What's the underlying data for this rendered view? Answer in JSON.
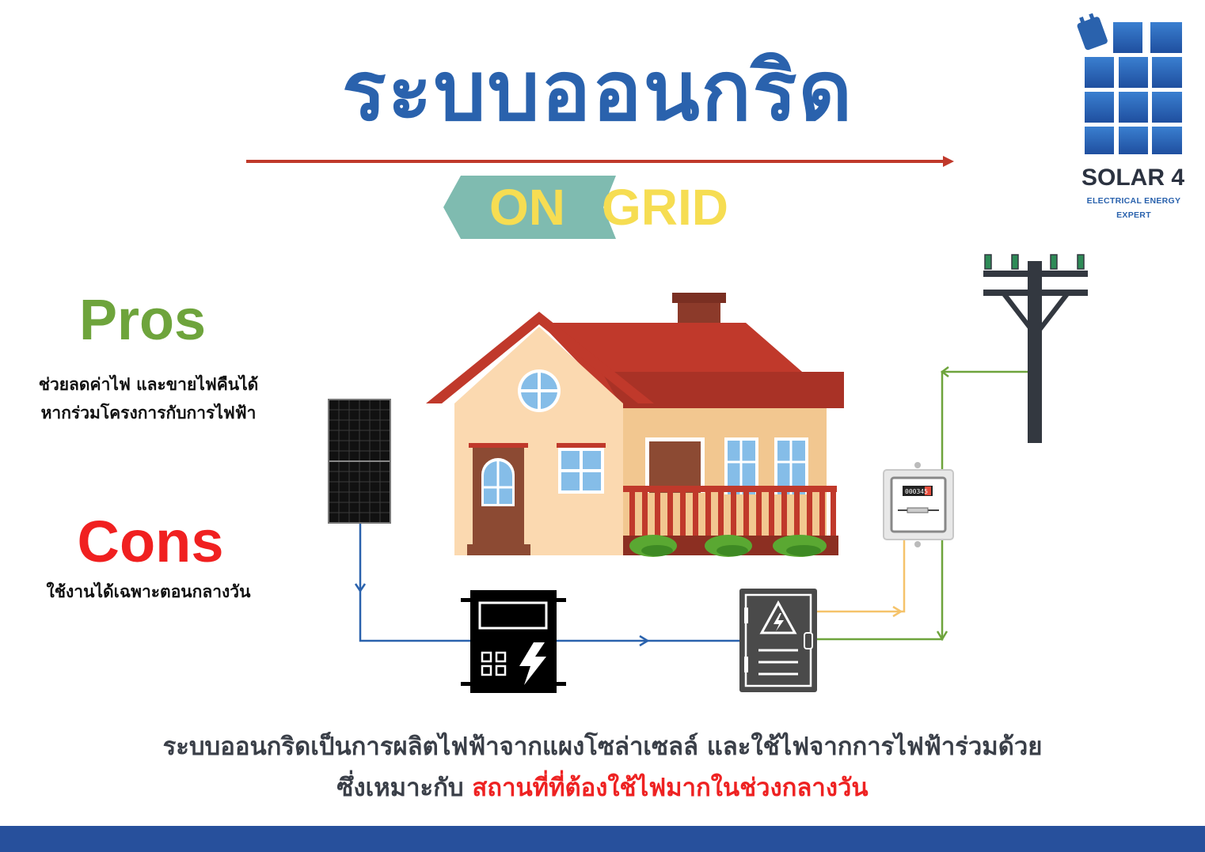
{
  "title": "ระบบออนกริด",
  "banner": {
    "on": "ON",
    "grid": "GRID"
  },
  "logo": {
    "name": "SOLAR 4",
    "tagline": "ELECTRICAL ENERGY EXPERT"
  },
  "pros": {
    "title": "Pros",
    "lines": [
      "ช่วยลดค่าไฟ และขายไฟคืนได้",
      "หากร่วมโครงการกับการไฟฟ้า"
    ]
  },
  "cons": {
    "title": "Cons",
    "text": "ใช้งานได้เฉพาะตอนกลางวัน"
  },
  "meter_reading": "000345",
  "caption": {
    "line1": "ระบบออนกริดเป็นการผลิตไฟฟ้าจากแผงโซล่าเซลล์ และใช้ไฟจากการไฟฟ้าร่วมด้วย",
    "line2_prefix": "ซึ่งเหมาะกับ",
    "line2_highlight": "สถานที่ที่ต้องใช้ไฟมากในช่วงกลางวัน"
  },
  "colors": {
    "title_blue": "#2a62ad",
    "arrow_red": "#c0392b",
    "banner_teal": "#7fbbb0",
    "banner_yellow": "#f6dd52",
    "pros_green": "#6ea43c",
    "cons_red": "#f02020",
    "dc_line_blue": "#2a62ad",
    "grid_line_green": "#6ea43c",
    "meter_line_yellow": "#f5c36b",
    "bottom_bar": "#27509c"
  },
  "icons": [
    "solar-panel-icon",
    "house-icon",
    "inverter-icon",
    "electrical-cabinet-icon",
    "electric-meter-icon",
    "power-pole-icon",
    "logo-solar-panel-icon"
  ]
}
